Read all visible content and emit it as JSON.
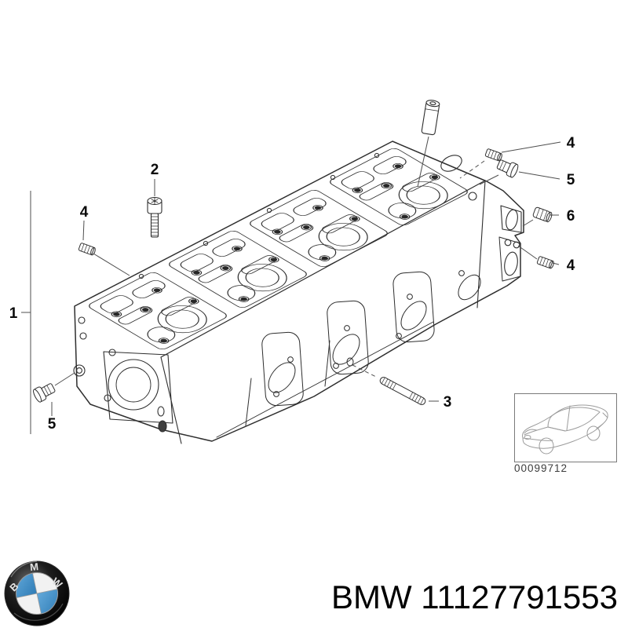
{
  "callouts": {
    "one": "1",
    "two": "2",
    "three": "3",
    "four": "4",
    "five": "5",
    "six": "6"
  },
  "thumbnail": {
    "code": "00099712"
  },
  "footer": {
    "part_text": "BMW 11127791553"
  },
  "logo": {
    "letter_b": "B",
    "letter_m": "M",
    "letter_w": "W"
  },
  "colors": {
    "logo_blue": "#4c9bd5",
    "logo_ring": "#161616",
    "line_art": "#2e2e2e",
    "leader": "#555555"
  }
}
